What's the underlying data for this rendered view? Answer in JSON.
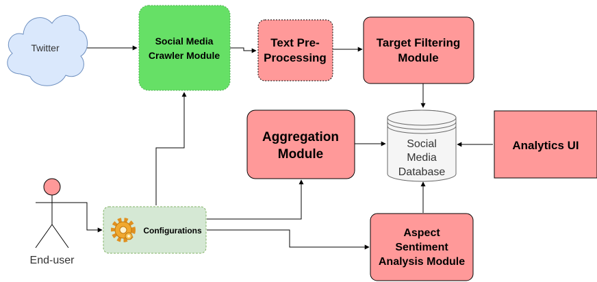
{
  "nodes": {
    "twitter": {
      "label": "Twitter"
    },
    "crawler": {
      "line1": "Social Media",
      "line2": "Crawler Module"
    },
    "preprocessing": {
      "line1": "Text Pre-",
      "line2": "Processing"
    },
    "target_filtering": {
      "line1": "Target Filtering",
      "line2": "Module"
    },
    "aggregation": {
      "line1": "Aggregation",
      "line2": "Module"
    },
    "database": {
      "line1": "Social",
      "line2": "Media",
      "line3": "Database"
    },
    "analytics_ui": {
      "label": "Analytics UI"
    },
    "configurations": {
      "label": "Configurations"
    },
    "aspect_sentiment": {
      "line1": "Aspect",
      "line2": "Sentiment",
      "line3": "Analysis Module"
    },
    "end_user": {
      "label": "End-user"
    }
  },
  "icons": {
    "configurations": "gear-icon",
    "end_user": "stick-figure-icon",
    "twitter": "cloud-shape",
    "database": "cylinder-shape"
  },
  "colors": {
    "green": "#66e066",
    "pink": "#ff9999",
    "cloud_fill": "#dae8fc",
    "cloud_stroke": "#6c8ebf",
    "config_fill": "#d5e8d4",
    "config_stroke": "#82b366",
    "db_fill": "#f5f5f5",
    "db_stroke": "#666666",
    "gear": "#f0a830"
  }
}
